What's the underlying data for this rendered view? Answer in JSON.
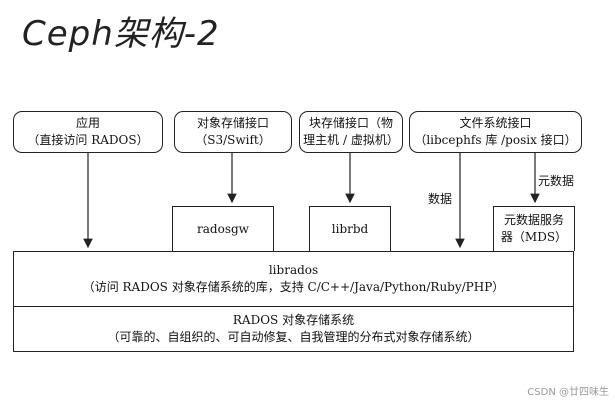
{
  "title": "Ceph架构-2",
  "boxes": {
    "app": {
      "line1": "应用",
      "line2": "（直接访问 RADOS）"
    },
    "object_api": {
      "line1": "对象存储接口",
      "line2": "（S3/Swift）"
    },
    "block_api": {
      "line1": "块存储接口（物",
      "line2": "理主机 / 虚拟机）"
    },
    "file_api": {
      "line1": "文件系统接口",
      "line2": "（libcephfs 库 /posix 接口）"
    },
    "radosgw": {
      "label": "radosgw"
    },
    "librbd": {
      "label": "librbd"
    },
    "mds": {
      "line1": "元数据服务",
      "line2": "器（MDS）"
    },
    "librados": {
      "line1": "librados",
      "line2": "（访问 RADOS 对象存储系统的库，支持 C/C++/Java/Python/Ruby/PHP）"
    },
    "rados": {
      "line1": "RADOS 对象存储系统",
      "line2": "（可靠的、自组织的、可自动修复、自我管理的分布式对象存储系统）"
    }
  },
  "labels": {
    "data": "数据",
    "metadata": "元数据"
  },
  "watermark": "CSDN @廿四味生"
}
